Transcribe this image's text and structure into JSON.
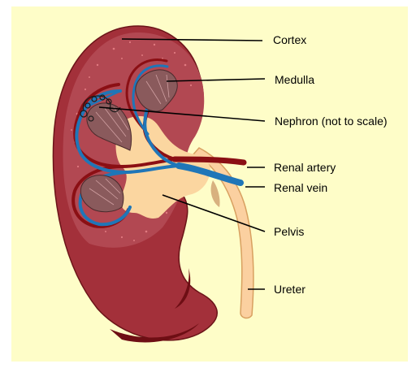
{
  "diagram": {
    "labels": {
      "cortex": "Cortex",
      "medulla": "Medulla",
      "nephron": "Nephron (not to scale)",
      "renal_artery": "Renal artery",
      "renal_vein": "Renal vein",
      "pelvis": "Pelvis",
      "ureter": "Ureter"
    },
    "colors": {
      "background": "#fefdc8",
      "kidney_outer": "#a3303a",
      "cortex": "#b24852",
      "artery": "#8b0f14",
      "vein": "#1f76b8",
      "pelvis": "#fbd6a0",
      "medulla": "#8a5a5c"
    }
  }
}
